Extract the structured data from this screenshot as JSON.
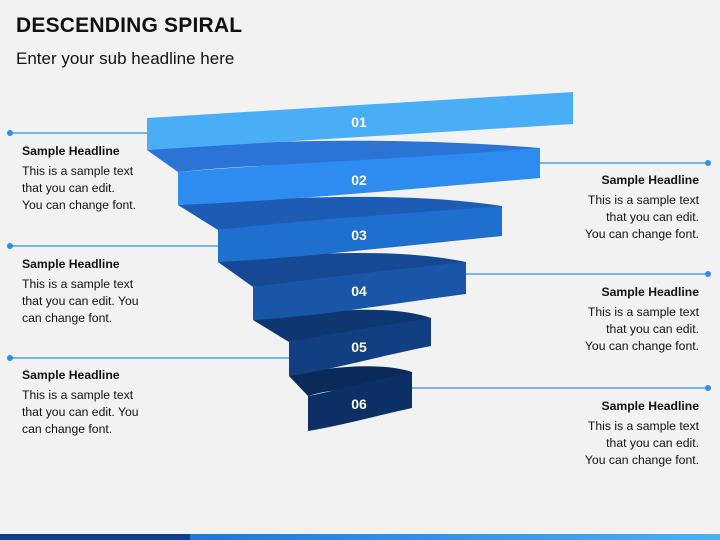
{
  "header": {
    "title": "DESCENDING SPIRAL",
    "subtitle": "Enter your sub headline here"
  },
  "spiral": {
    "levels": [
      {
        "label": "01",
        "color": "#4aaef7"
      },
      {
        "label": "02",
        "color": "#2e8bf0"
      },
      {
        "label": "03",
        "color": "#1f6fcf"
      },
      {
        "label": "04",
        "color": "#1a56a8"
      },
      {
        "label": "05",
        "color": "#123f82"
      },
      {
        "label": "06",
        "color": "#0c2f66"
      }
    ],
    "back_colors": [
      "#2b73d4",
      "#1c5cb5",
      "#154993",
      "#0e3772",
      "#0a2a59"
    ],
    "connector_color": "#2f8fe6"
  },
  "callouts": [
    {
      "side": "left",
      "headline": "Sample Headline",
      "lines": [
        "This is a sample text",
        "that you can edit.",
        "You can change font."
      ]
    },
    {
      "side": "right",
      "headline": "Sample Headline",
      "lines": [
        "This is a sample text",
        "that you can edit.",
        "You can change font."
      ]
    },
    {
      "side": "left",
      "headline": "Sample Headline",
      "lines": [
        "This is a sample text",
        "that you can edit. You",
        "can change font."
      ]
    },
    {
      "side": "right",
      "headline": "Sample Headline",
      "lines": [
        "This is a sample text",
        "that you can edit.",
        "You can change font."
      ]
    },
    {
      "side": "left",
      "headline": "Sample Headline",
      "lines": [
        "This is a sample text",
        "that you can edit. You",
        "can change font."
      ]
    },
    {
      "side": "right",
      "headline": "Sample Headline",
      "lines": [
        "This is a sample text",
        "that you can edit.",
        "You can change font."
      ]
    }
  ]
}
